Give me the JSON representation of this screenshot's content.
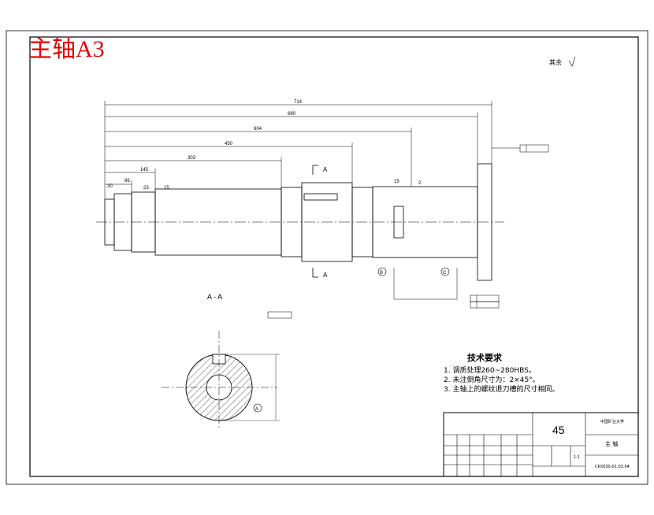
{
  "header": {
    "title": "主轴A3"
  },
  "roughness_note": "其余",
  "dims": {
    "d714": "714",
    "d690": "690",
    "d604": "604",
    "d450": "450",
    "d303": "303",
    "d145": "145",
    "d86": "86",
    "d30": "30",
    "d23": "23",
    "d15": "15",
    "dA15": "15",
    "d2": "2"
  },
  "section": {
    "label": "A - A",
    "cut_top": "A",
    "cut_bottom": "A",
    "datum_b": "B",
    "datum_c": "C",
    "datum_a": "A"
  },
  "requirements": {
    "title": "技术要求",
    "items": [
      "1. 调质处理260~280HBS。",
      "2. 未注倒角尺寸为：2×45°。",
      "3. 主轴上的螺纹退刀槽的尺寸相同。"
    ]
  },
  "titleblock": {
    "material": "45",
    "school": "中国矿业大学",
    "part_name": "主 轴",
    "drawing_no": "CKX630-01.03.04",
    "scale": "1:1"
  },
  "colors": {
    "header": "#e00000",
    "line": "#000000"
  }
}
